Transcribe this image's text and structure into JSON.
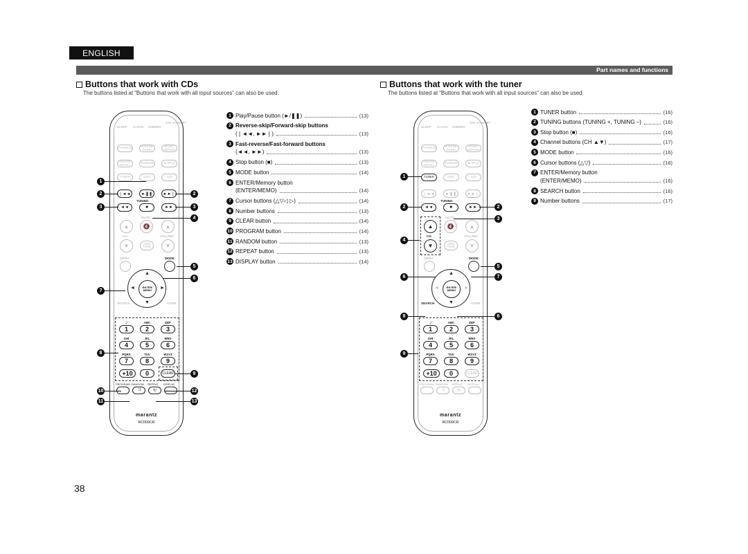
{
  "language_tab": "ENGLISH",
  "header_bar": "Part names and functions",
  "page_number": "38",
  "left": {
    "title": "Buttons that work with CDs",
    "subtitle": "The buttons listed at “Buttons that work with all input sources” can also be used.",
    "callouts": [
      "1",
      "2",
      "2",
      "3",
      "3",
      "4",
      "5",
      "6",
      "7",
      "8",
      "9",
      "10",
      "11",
      "12",
      "13"
    ],
    "items": [
      {
        "num": "1",
        "label": "Play/Pause button (►/❚❚)",
        "page": "(13)"
      },
      {
        "num": "2",
        "label": "Reverse-skip/Forward-skip buttons",
        "label2": "(❘◄◄, ►►❘)",
        "page": "(13)"
      },
      {
        "num": "3",
        "label": "Fast-reverse/Fast-forward buttons",
        "label2": "(◄◄, ►►)",
        "page": "(13)"
      },
      {
        "num": "4",
        "label": "Stop button (■)",
        "page": "(13)"
      },
      {
        "num": "5",
        "label": "MODE button",
        "page": "(14)"
      },
      {
        "num": "6",
        "label": "ENTER/Memory button",
        "label2": "(ENTER/MEMO)",
        "page": "(14)"
      },
      {
        "num": "7",
        "label": "Cursor buttons (△▽◁ ▷)",
        "page": "(14)"
      },
      {
        "num": "8",
        "label": "Number buttons",
        "page": "(13)"
      },
      {
        "num": "9",
        "label": "CLEAR button",
        "page": "(14)"
      },
      {
        "num": "10",
        "label": "PROGRAM button",
        "page": "(14)"
      },
      {
        "num": "11",
        "label": "RANDOM button",
        "page": "(13)"
      },
      {
        "num": "12",
        "label": "REPEAT button",
        "page": "(13)"
      },
      {
        "num": "13",
        "label": "DISPLAY button",
        "page": "(14)"
      }
    ]
  },
  "right": {
    "title": "Buttons that work with the tuner",
    "subtitle": "The buttons listed at “Buttons that work with all input sources” can also be used.",
    "callouts": [
      "1",
      "2",
      "2",
      "3",
      "4",
      "5",
      "6",
      "7",
      "8",
      "6",
      "9"
    ],
    "items": [
      {
        "num": "1",
        "label": "TUNER button",
        "page": "(16)"
      },
      {
        "num": "2",
        "label": "TUNING buttons (TUNING +, TUNING –)",
        "page": "(16)"
      },
      {
        "num": "3",
        "label": "Stop button (■)",
        "page": "(16)"
      },
      {
        "num": "4",
        "label": "Channel buttons (CH ▲▼)",
        "page": "(17)"
      },
      {
        "num": "5",
        "label": "MODE button",
        "page": "(16)"
      },
      {
        "num": "6",
        "label": "Cursor buttons (△▽)",
        "page": "(16)"
      },
      {
        "num": "7",
        "label": "ENTER/Memory button",
        "label2": "(ENTER/MEMO)",
        "page": "(16)"
      },
      {
        "num": "8",
        "label": "SEARCH button",
        "page": "(16)"
      },
      {
        "num": "9",
        "label": "Number buttons",
        "page": "(17)"
      }
    ]
  },
  "remote": {
    "row_labels": [
      "SLEEP",
      "CLOCK",
      "DIMMER",
      "ON/\nSTANDBY"
    ],
    "source_row1": [
      "FAVORITE",
      "INTERNET\nRADIO",
      "MUSIC\nSERVER"
    ],
    "source_row2": [
      "ONLINE\nMUSIC",
      "iPod/USB",
      "M-XPort"
    ],
    "source_row3": [
      "TUNER",
      "DISC",
      "AUX"
    ],
    "tuning_label": "TUNING",
    "mute_label": "MUTE",
    "ch_label": "CH",
    "volume_label": "VOLUME",
    "sound_label": "SDB/\nTONE",
    "menu_label": "MENU",
    "mode_label": "MODE",
    "enter_label": "ENTER/\nMEMO",
    "search_label": "SEARCH",
    "home_label": "HOME",
    "key_letters": [
      "./",
      "ABC",
      "DEF",
      "GHI",
      "JKL",
      "MNO",
      "PQRS",
      "TUV",
      "WXYZ"
    ],
    "keys": [
      "1",
      "2",
      "3",
      "4",
      "5",
      "6",
      "7",
      "8",
      "9"
    ],
    "plus10": "+10",
    "zero": "0",
    "clear": "CLEAR",
    "bottom_labels": [
      "PROGRAM",
      "RANDOM",
      "REPEAT",
      "DISPLAY"
    ],
    "brand": "marantz",
    "model": "RC009CR"
  }
}
